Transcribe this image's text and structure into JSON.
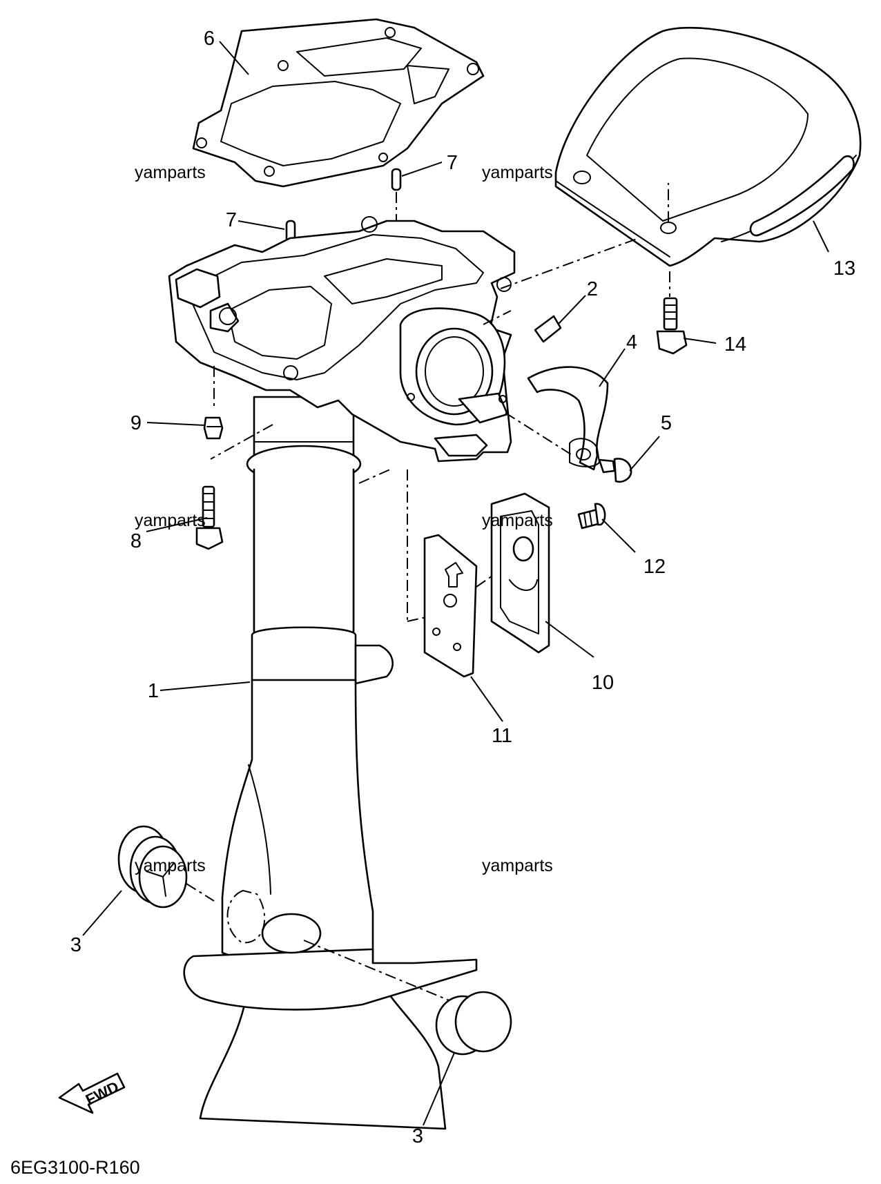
{
  "diagram": {
    "code": "6EG3100-R160",
    "direction_label": "FWD",
    "watermark": "yamparts",
    "callouts": [
      {
        "id": "c1",
        "label": "1"
      },
      {
        "id": "c2",
        "label": "2"
      },
      {
        "id": "c3a",
        "label": "3"
      },
      {
        "id": "c3b",
        "label": "3"
      },
      {
        "id": "c4",
        "label": "4"
      },
      {
        "id": "c5",
        "label": "5"
      },
      {
        "id": "c6",
        "label": "6"
      },
      {
        "id": "c7a",
        "label": "7"
      },
      {
        "id": "c7b",
        "label": "7"
      },
      {
        "id": "c8",
        "label": "8"
      },
      {
        "id": "c9",
        "label": "9"
      },
      {
        "id": "c10",
        "label": "10"
      },
      {
        "id": "c11",
        "label": "11"
      },
      {
        "id": "c12",
        "label": "12"
      },
      {
        "id": "c13",
        "label": "13"
      },
      {
        "id": "c14",
        "label": "14"
      }
    ]
  }
}
